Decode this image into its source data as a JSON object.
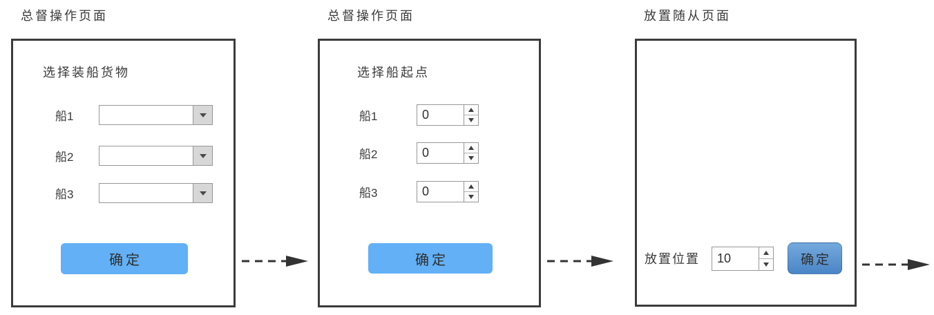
{
  "colors": {
    "box_border": "#3b3b3b",
    "text": "#3a3a3a",
    "control_border": "#979797",
    "dropdown_button_bg": "#d7d7d7",
    "confirm_button_flat_blue": "#63b0f6",
    "confirm_button_gradient_top": "#74a9dc",
    "confirm_button_gradient_bottom": "#4a85c6",
    "flow_arrow": "#333333"
  },
  "icons": {
    "dropdown_arrow": "triangle-down",
    "spinner_up": "triangle-up",
    "spinner_down": "triangle-down",
    "flow_arrow": "dashed-arrow-right"
  },
  "panels": [
    {
      "title": "总督操作页面",
      "heading": "选择装船货物",
      "rows": [
        {
          "label": "船1",
          "control": "dropdown",
          "value": ""
        },
        {
          "label": "船2",
          "control": "dropdown",
          "value": ""
        },
        {
          "label": "船3",
          "control": "dropdown",
          "value": ""
        }
      ],
      "confirm_label": "确定"
    },
    {
      "title": "总督操作页面",
      "heading": "选择船起点",
      "rows": [
        {
          "label": "船1",
          "control": "number-spinner",
          "value": "0"
        },
        {
          "label": "船2",
          "control": "number-spinner",
          "value": "0"
        },
        {
          "label": "船3",
          "control": "number-spinner",
          "value": "0"
        }
      ],
      "confirm_label": "确定"
    },
    {
      "title": "放置随从页面",
      "placement": {
        "label": "放置位置",
        "value": "10"
      },
      "confirm_label": "确定"
    }
  ]
}
